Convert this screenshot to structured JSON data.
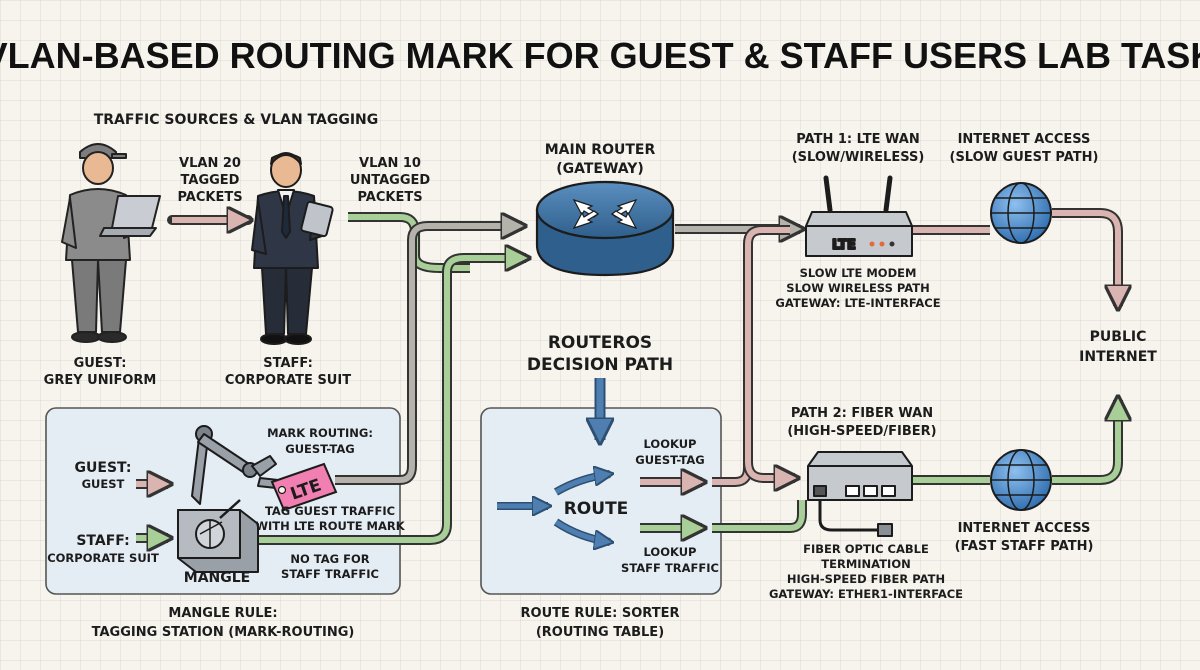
{
  "title": "VLAN-BASED ROUTING MARK FOR GUEST & STAFF USERS LAB TASK",
  "sources": {
    "heading": "TRAFFIC SOURCES & VLAN TAGGING",
    "guest": {
      "line1": "GUEST:",
      "line2": "GREY UNIFORM"
    },
    "staff": {
      "line1": "STAFF:",
      "line2": "CORPORATE SUIT"
    },
    "vlan20": [
      "VLAN 20",
      "TAGGED",
      "PACKETS"
    ],
    "vlan10": [
      "VLAN 10",
      "UNTAGGED",
      "PACKETS"
    ]
  },
  "router": {
    "title": [
      "MAIN ROUTER",
      "(GATEWAY)"
    ],
    "decision": [
      "ROUTEROS",
      "DECISION PATH"
    ]
  },
  "mangle": {
    "guest_label": "GUEST:",
    "guest_value": "GUEST",
    "staff_label": "STAFF:",
    "staff_value": "CORPORATE SUIT",
    "machine_label": "MANGLE",
    "mark_routing": [
      "MARK ROUTING:",
      "GUEST-TAG"
    ],
    "tag_text": "LTE",
    "tag_guest": [
      "TAG GUEST TRAFFIC",
      "WITH LTE ROUTE MARK"
    ],
    "no_tag": [
      "NO TAG FOR",
      "STAFF TRAFFIC"
    ],
    "caption": [
      "MANGLE RULE:",
      "TAGGING STATION (MARK-ROUTING)"
    ]
  },
  "route": {
    "center_label": "ROUTE",
    "lookup_guest": [
      "LOOKUP",
      "GUEST-TAG"
    ],
    "lookup_staff": [
      "LOOKUP",
      "STAFF TRAFFIC"
    ],
    "caption": [
      "ROUTE RULE: SORTER",
      "(ROUTING TABLE)"
    ]
  },
  "lte_path": {
    "title": [
      "PATH 1: LTE WAN",
      "(SLOW/WIRELESS)"
    ],
    "modem_label": "LTE",
    "desc": [
      "SLOW LTE MODEM",
      "SLOW WIRELESS PATH",
      "GATEWAY: LTE-INTERFACE"
    ],
    "internet": [
      "INTERNET ACCESS",
      "(SLOW GUEST PATH)"
    ]
  },
  "fiber_path": {
    "title": [
      "PATH 2: FIBER WAN",
      "(HIGH-SPEED/FIBER)"
    ],
    "desc": [
      "FIBER OPTIC CABLE",
      "TERMINATION",
      "HIGH-SPEED FIBER PATH",
      "GATEWAY: ETHER1-INTERFACE"
    ],
    "internet": [
      "INTERNET ACCESS",
      "(FAST STAFF PATH)"
    ]
  },
  "public_internet": [
    "PUBLIC",
    "INTERNET"
  ],
  "colors": {
    "guest_path": "#d9b4b0",
    "staff_path": "#a9cf98",
    "neutral_path": "#b5b1ab",
    "blue_flow": "#4f7fb0",
    "router_blue": "#3a6d99",
    "globe_blue": "#3f7fbd",
    "tag_pink": "#f27fb1",
    "panel_fill": "#e4ecf4"
  }
}
